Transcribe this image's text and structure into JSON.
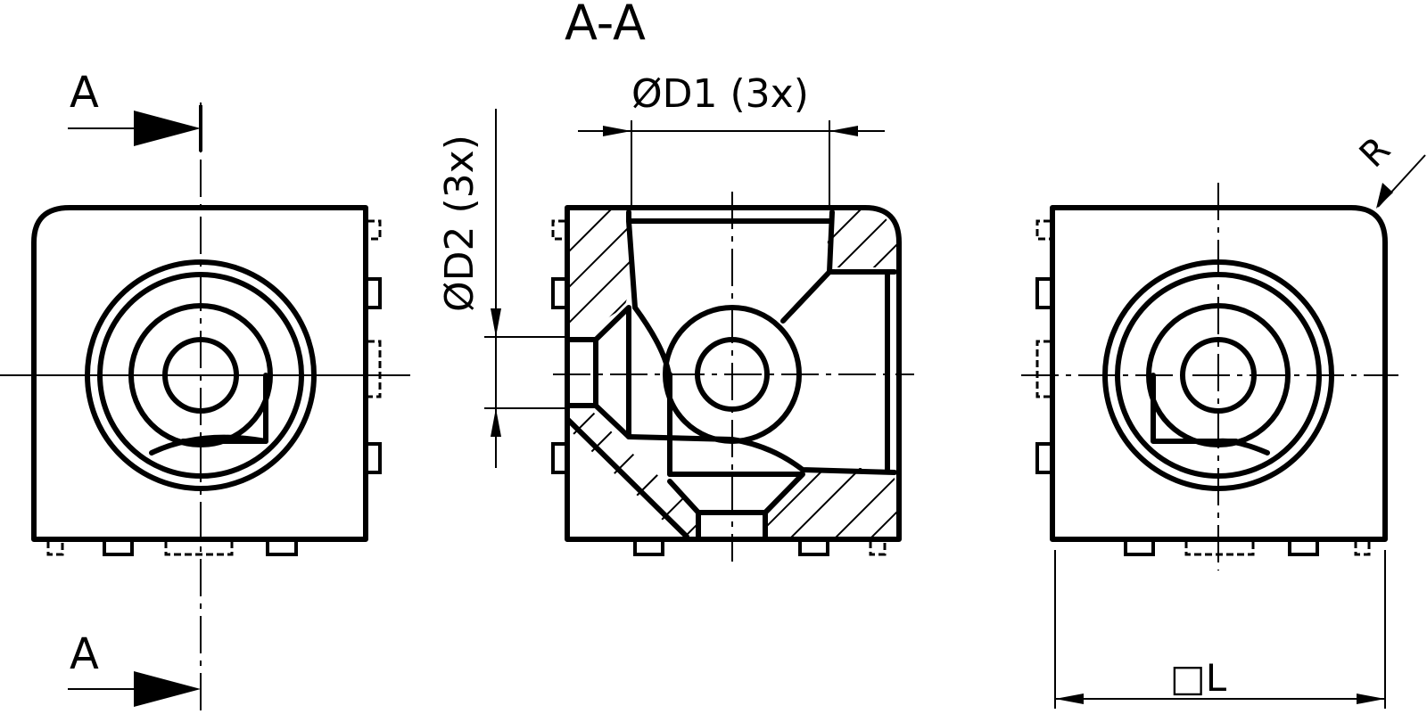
{
  "drawing": {
    "type": "technical drawing",
    "subject": "corner cube connector with three orthogonal bores",
    "line_color": "#000000",
    "background": "#ffffff"
  },
  "section_labels": {
    "section_title": "A-A",
    "cut_top": "A",
    "cut_bottom": "A"
  },
  "dimensions": {
    "d1": "ØD1 (3x)",
    "d2": "ØD2 (3x)",
    "radius": "R",
    "length_symbol": "□",
    "length_letter": "L"
  },
  "views": [
    {
      "name": "front-view",
      "description": "left view with section cut line A-A"
    },
    {
      "name": "section-view-a-a",
      "description": "sectioned middle view with hatching"
    },
    {
      "name": "side-view",
      "description": "right view with overall size and corner radius"
    }
  ]
}
